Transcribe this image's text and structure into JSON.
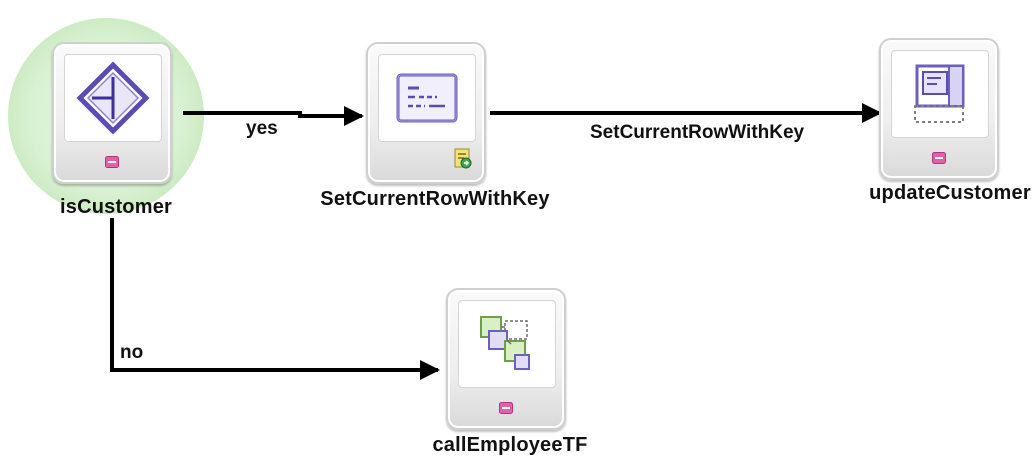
{
  "diagram": {
    "nodes": [
      {
        "id": "isCustomer",
        "label": "isCustomer",
        "icon": "router-diamond-icon"
      },
      {
        "id": "setCurrentRowWithKey",
        "label": "SetCurrentRowWithKey",
        "icon": "method-call-icon"
      },
      {
        "id": "updateCustomer",
        "label": "updateCustomer",
        "icon": "view-page-icon"
      },
      {
        "id": "callEmployeeTF",
        "label": "callEmployeeTF",
        "icon": "task-flow-call-icon"
      }
    ],
    "edges": [
      {
        "from": "isCustomer",
        "to": "setCurrentRowWithKey",
        "label": "yes"
      },
      {
        "from": "setCurrentRowWithKey",
        "to": "updateCustomer",
        "label": "SetCurrentRowWithKey"
      },
      {
        "from": "isCustomer",
        "to": "callEmployeeTF",
        "label": "no"
      }
    ]
  },
  "colors": {
    "selection_glow": "#d8f1d2",
    "diamond": "#5d4bb5",
    "badge": "#e061a8",
    "edge": "#000000"
  }
}
